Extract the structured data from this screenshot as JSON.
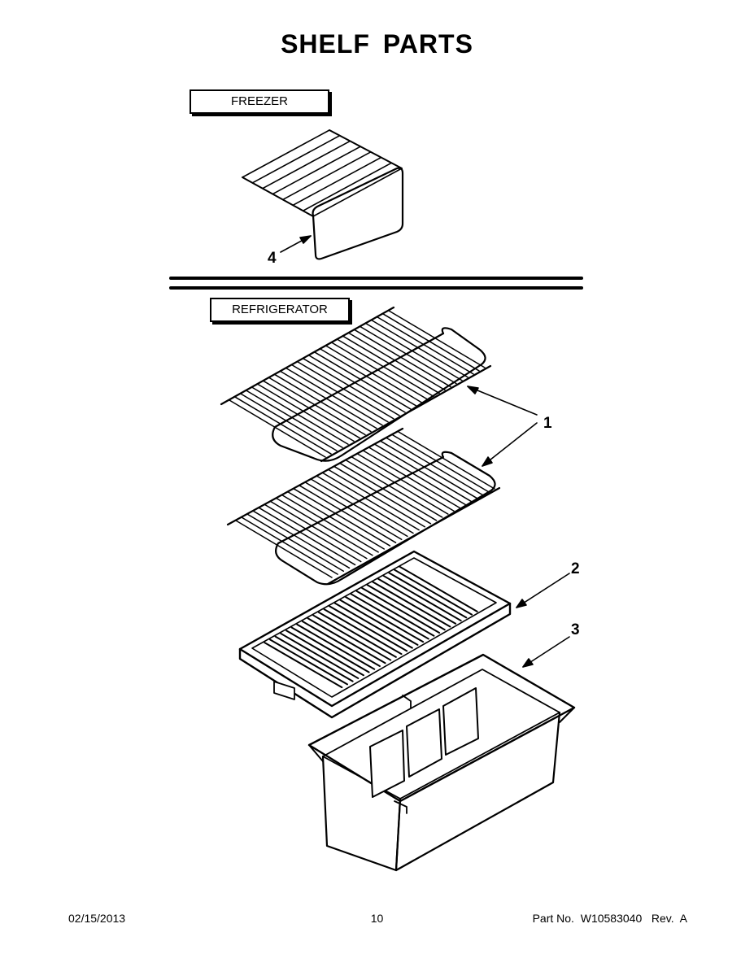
{
  "title": "SHELF PARTS",
  "sections": {
    "freezer": "FREEZER",
    "refrigerator": "REFRIGERATOR"
  },
  "callouts": [
    {
      "id": "1",
      "label": "1",
      "part": "wire refrigerator shelf (upper)"
    },
    {
      "id": "1b",
      "label": "",
      "part": "wire refrigerator shelf (lower)"
    },
    {
      "id": "2",
      "label": "2",
      "part": "crisper cover shelf"
    },
    {
      "id": "3",
      "label": "3",
      "part": "crisper drawer"
    },
    {
      "id": "4",
      "label": "4",
      "part": "freezer wire shelf"
    }
  ],
  "footer": {
    "date": "02/15/2013",
    "page": "10",
    "part_number": "Part No.  W10583040   Rev.  A"
  }
}
